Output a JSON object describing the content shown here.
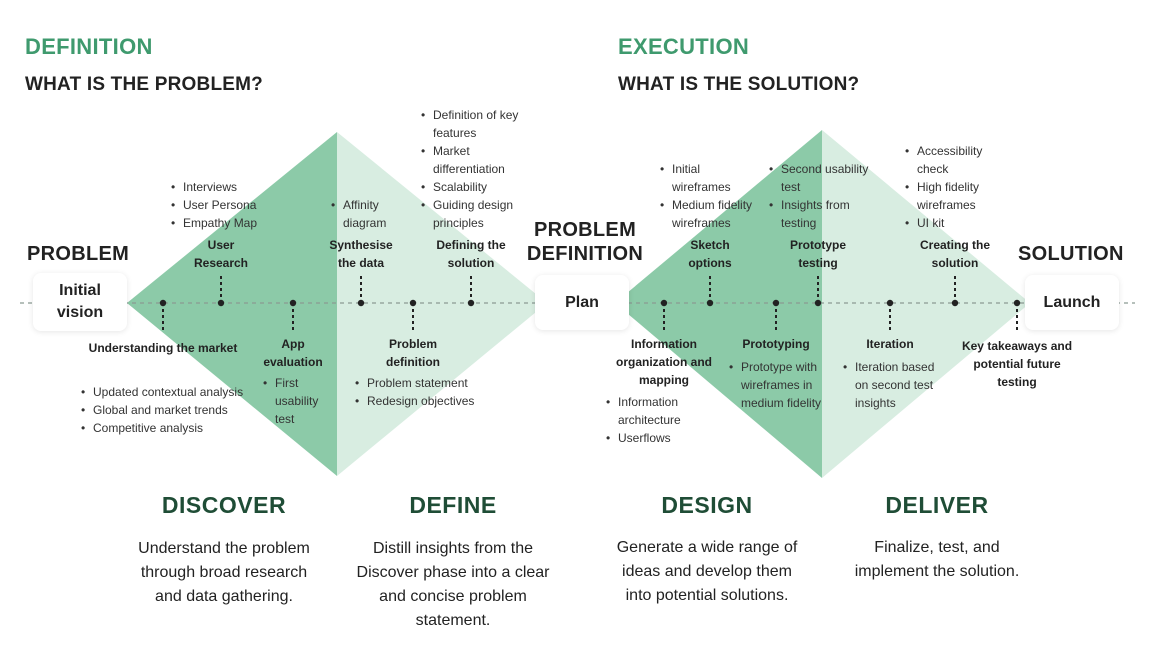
{
  "sections": {
    "definition": {
      "label": "DEFINITION",
      "question": "WHAT IS THE PROBLEM?"
    },
    "execution": {
      "label": "EXECUTION",
      "question": "WHAT IS THE SOLUTION?"
    }
  },
  "nodes": {
    "problem": {
      "label": "PROBLEM",
      "box_lines": [
        "Initial",
        "vision"
      ]
    },
    "problem_definition": {
      "label_lines": [
        "PROBLEM",
        "DEFINITION"
      ],
      "box": "Plan"
    },
    "solution": {
      "label": "SOLUTION",
      "box": "Launch"
    }
  },
  "steps_above": [
    {
      "lines": [
        "User",
        "Research"
      ],
      "bullets": [
        [
          "Interviews"
        ],
        [
          "User Persona"
        ],
        [
          "Empathy Map"
        ]
      ]
    },
    {
      "lines": [
        "Synthesise",
        "the data"
      ],
      "bullets": [
        [
          "Affinity",
          "diagram"
        ]
      ]
    },
    {
      "lines": [
        "Defining the",
        "solution"
      ],
      "bullets": [
        [
          "Definition of key",
          "features"
        ],
        [
          "Market",
          "differentiation"
        ],
        [
          "Scalability"
        ],
        [
          "Guiding design",
          "principles"
        ]
      ]
    },
    {
      "lines": [
        "Sketch",
        "options"
      ],
      "bullets": [
        [
          "Initial",
          "wireframes"
        ],
        [
          "Medium fidelity",
          "wireframes"
        ]
      ]
    },
    {
      "lines": [
        "Prototype",
        "testing"
      ],
      "bullets": [
        [
          "Second usability",
          "test"
        ],
        [
          "Insights from",
          "testing"
        ]
      ]
    },
    {
      "lines": [
        "Creating the",
        "solution"
      ],
      "bullets": [
        [
          "Accessibility",
          "check"
        ],
        [
          "High fidelity",
          "wireframes"
        ],
        [
          "UI kit"
        ]
      ]
    }
  ],
  "steps_below": [
    {
      "lines": [
        "Understanding the market"
      ],
      "bullets": [
        [
          "Updated contextual analysis"
        ],
        [
          "Global and market trends"
        ],
        [
          "Competitive analysis"
        ]
      ]
    },
    {
      "lines": [
        "App",
        "evaluation"
      ],
      "bullets": [
        [
          "First",
          "usability",
          "test"
        ]
      ]
    },
    {
      "lines": [
        "Problem",
        "definition"
      ],
      "bullets": [
        [
          "Problem statement"
        ],
        [
          "Redesign objectives"
        ]
      ]
    },
    {
      "lines": [
        "Information",
        "organization and",
        "mapping"
      ],
      "bullets": [
        [
          "Information",
          "architecture"
        ],
        [
          "Userflows"
        ]
      ]
    },
    {
      "lines": [
        "Prototyping"
      ],
      "bullets": [
        [
          "Prototype with",
          "wireframes in",
          "medium fidelity"
        ]
      ]
    },
    {
      "lines": [
        "Iteration"
      ],
      "bullets": [
        [
          "Iteration based",
          "on second test",
          "insights"
        ]
      ]
    },
    {
      "lines": [
        "Key takeaways and",
        "potential future",
        "testing"
      ],
      "bullets": []
    }
  ],
  "phases": [
    {
      "title": "DISCOVER",
      "desc": [
        "Understand the problem",
        "through broad research",
        "and data gathering."
      ]
    },
    {
      "title": "DEFINE",
      "desc": [
        "Distill insights from the",
        "Discover phase into a clear",
        "and concise problem",
        "statement."
      ]
    },
    {
      "title": "DESIGN",
      "desc": [
        "Generate a wide range of",
        "ideas and develop them",
        "into potential solutions."
      ]
    },
    {
      "title": "DELIVER",
      "desc": [
        "Finalize, test, and",
        "implement the solution."
      ]
    }
  ],
  "colors": {
    "accent": "#3f9a6e",
    "dark_green": "#1f4d36",
    "diamond_dark": "#8ccaa8",
    "diamond_light": "#d8ede1"
  }
}
